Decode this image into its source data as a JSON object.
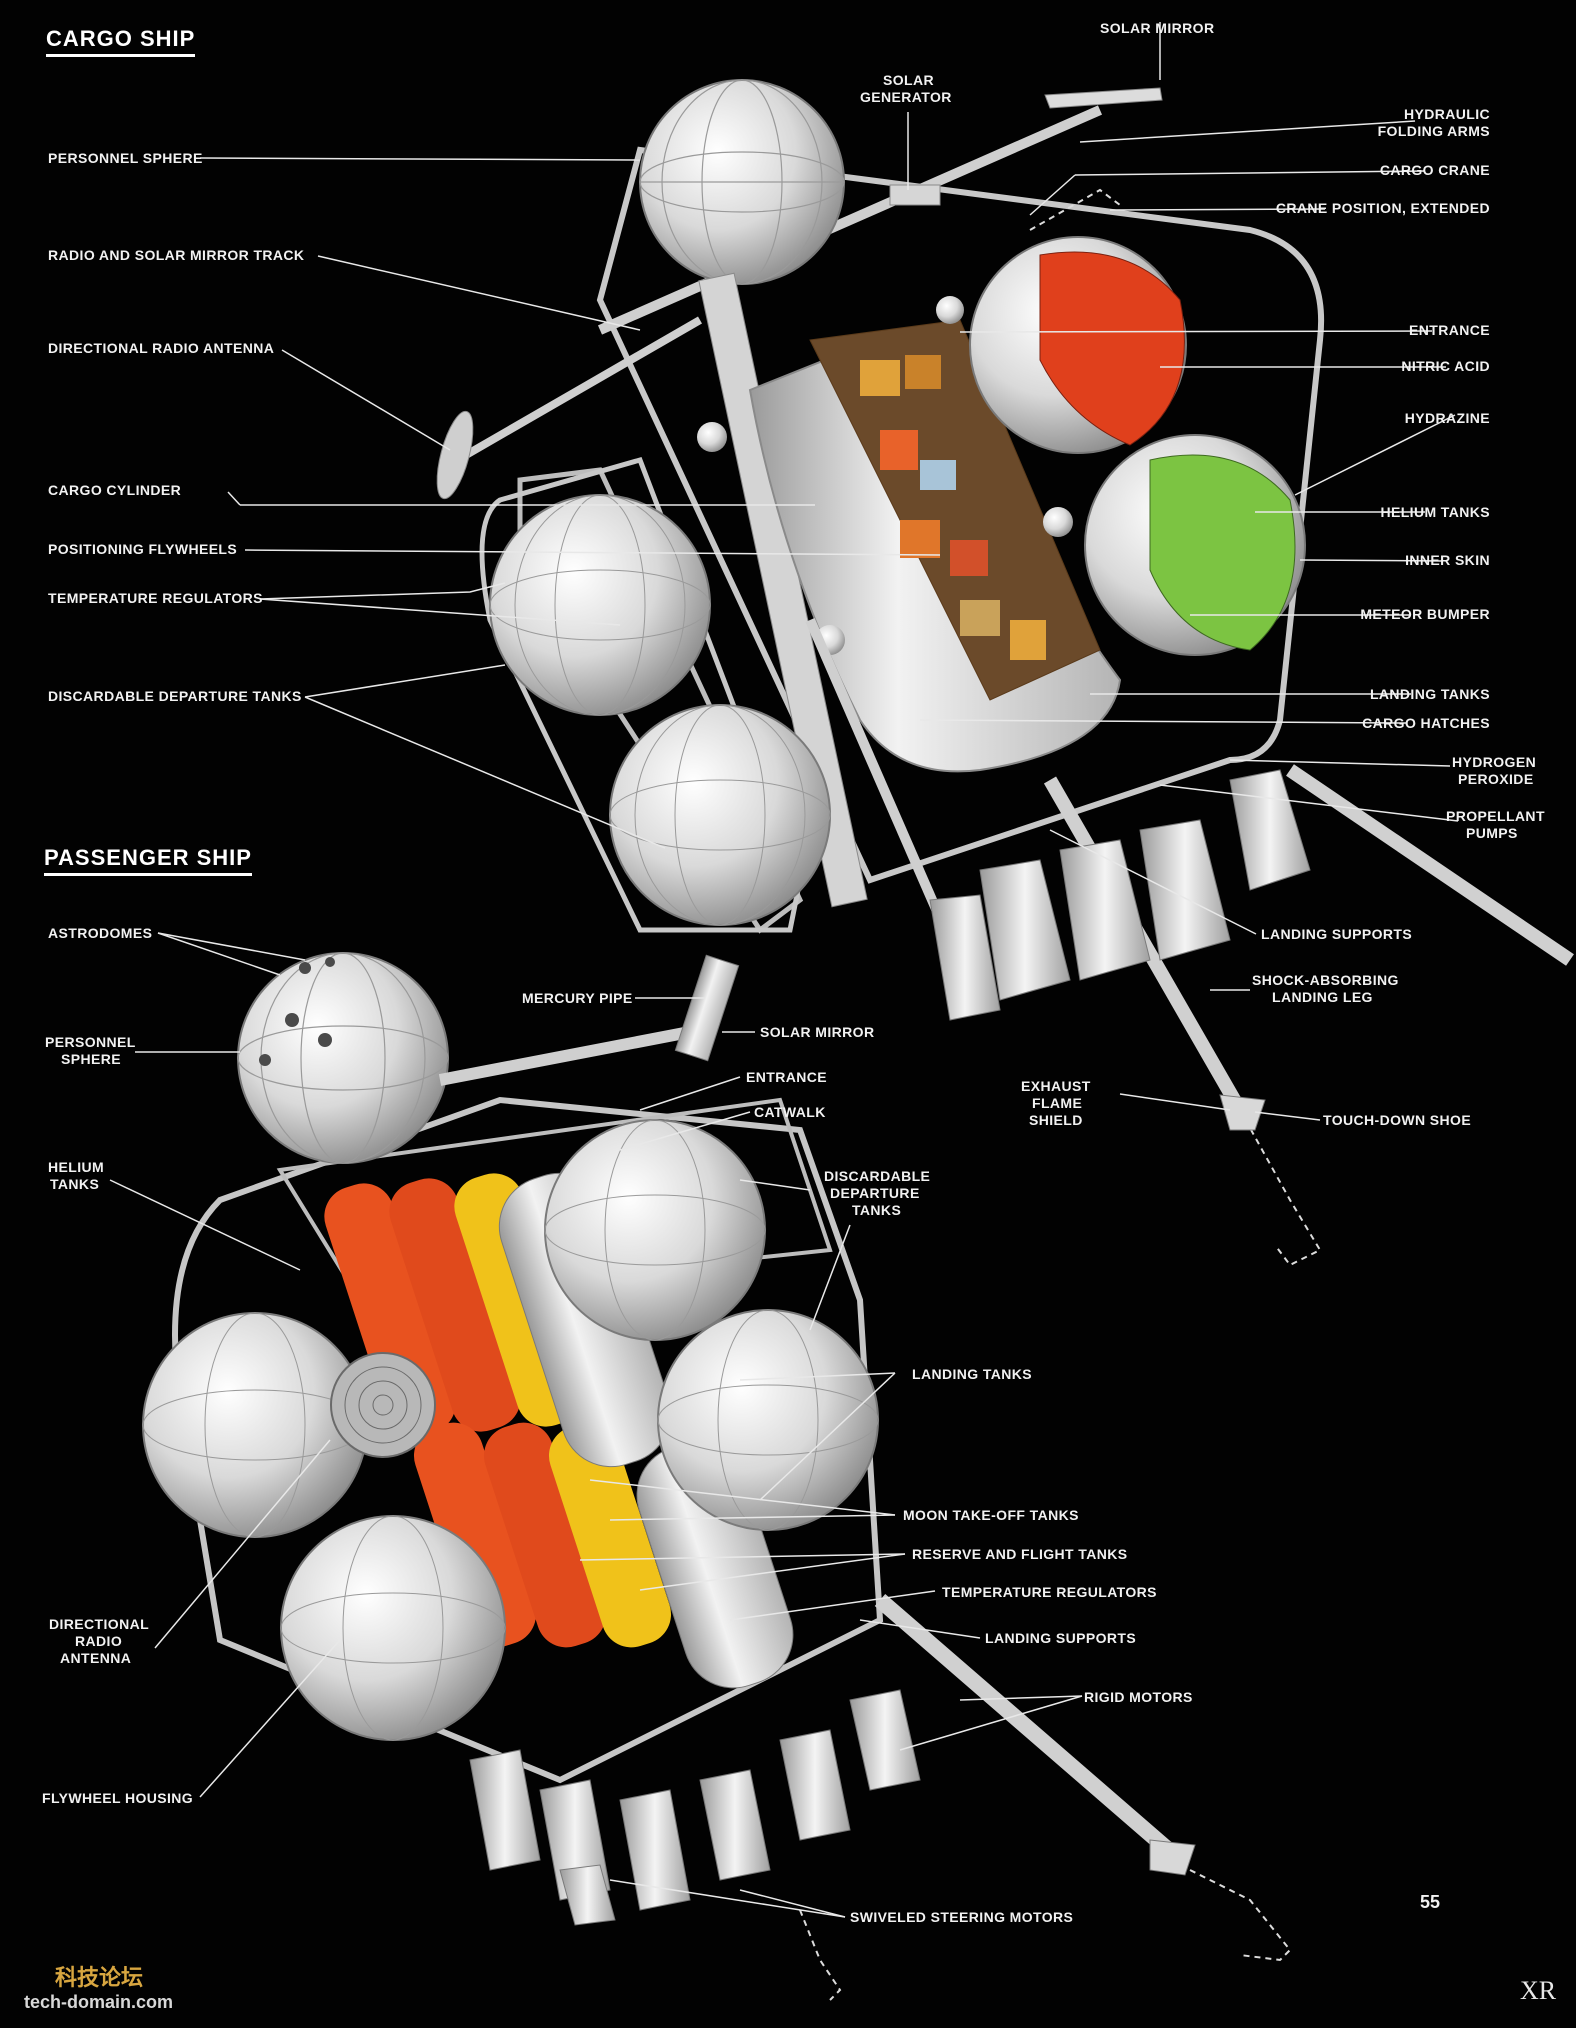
{
  "sections": {
    "cargo_title": "CARGO SHIP",
    "passenger_title": "PASSENGER SHIP"
  },
  "cargo_labels": {
    "solar_mirror": "SOLAR MIRROR",
    "solar_generator_1": "SOLAR",
    "solar_generator_2": "GENERATOR",
    "hydraulic_1": "HYDRAULIC",
    "hydraulic_2": "FOLDING ARMS",
    "cargo_crane": "CARGO CRANE",
    "crane_extended": "CRANE POSITION, EXTENDED",
    "entrance": "ENTRANCE",
    "nitric_acid": "NITRIC ACID",
    "hydrazine": "HYDRAZINE",
    "helium_tanks": "HELIUM TANKS",
    "inner_skin": "INNER SKIN",
    "meteor_bumper": "METEOR BUMPER",
    "landing_tanks": "LANDING TANKS",
    "cargo_hatches": "CARGO HATCHES",
    "hydrogen_1": "HYDROGEN",
    "hydrogen_2": "PEROXIDE",
    "propellant_1": "PROPELLANT",
    "propellant_2": "PUMPS",
    "landing_supports": "LANDING SUPPORTS",
    "shock_1": "SHOCK-ABSORBING",
    "shock_2": "LANDING LEG",
    "exhaust_1": "EXHAUST",
    "exhaust_2": "FLAME",
    "exhaust_3": "SHIELD",
    "touchdown": "TOUCH-DOWN SHOE",
    "personnel_sphere": "PERSONNEL SPHERE",
    "radio_track": "RADIO AND SOLAR MIRROR TRACK",
    "directional_antenna": "DIRECTIONAL RADIO ANTENNA",
    "cargo_cylinder": "CARGO CYLINDER",
    "flywheels": "POSITIONING FLYWHEELS",
    "temp_regulators": "TEMPERATURE REGULATORS",
    "departure_tanks": "DISCARDABLE DEPARTURE TANKS"
  },
  "passenger_labels": {
    "astrodomes": "ASTRODOMES",
    "personnel_1": "PERSONNEL",
    "personnel_2": "SPHERE",
    "mercury_pipe": "MERCURY PIPE",
    "solar_mirror": "SOLAR MIRROR",
    "entrance": "ENTRANCE",
    "catwalk": "CATWALK",
    "helium_1": "HELIUM",
    "helium_2": "TANKS",
    "departure_1": "DISCARDABLE",
    "departure_2": "DEPARTURE",
    "departure_3": "TANKS",
    "landing_tanks": "LANDING TANKS",
    "moon_takeoff": "MOON TAKE-OFF TANKS",
    "reserve": "RESERVE AND FLIGHT TANKS",
    "temp_regulators": "TEMPERATURE REGULATORS",
    "landing_supports": "LANDING SUPPORTS",
    "rigid_motors": "RIGID MOTORS",
    "antenna_1": "DIRECTIONAL",
    "antenna_2": "RADIO",
    "antenna_3": "ANTENNA",
    "flywheel_housing": "FLYWHEEL HOUSING",
    "steering_motors": "SWIVELED STEERING MOTORS"
  },
  "page_number": "55",
  "watermark": {
    "line1": "科技论坛",
    "line2": "tech-domain.com",
    "corner": "XR"
  },
  "colors": {
    "background": "#020202",
    "nitric_acid": "#e0401c",
    "hydrazine": "#7cc442",
    "tank_white": "#ececec",
    "propellant_orange": "#e8521f",
    "propellant_yellow": "#f0c21a"
  }
}
